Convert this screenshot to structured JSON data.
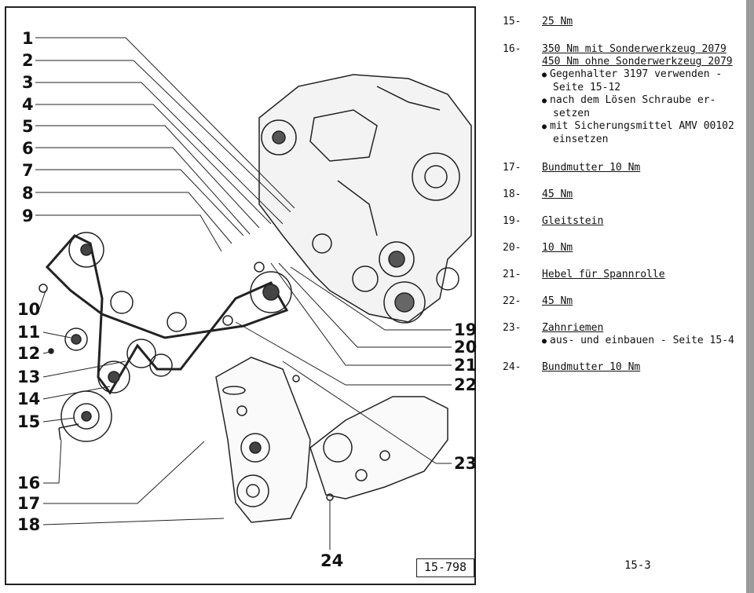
{
  "callouts": [
    {
      "n": "1"
    },
    {
      "n": "2"
    },
    {
      "n": "3"
    },
    {
      "n": "4"
    },
    {
      "n": "5"
    },
    {
      "n": "6"
    },
    {
      "n": "7"
    },
    {
      "n": "8"
    },
    {
      "n": "9"
    },
    {
      "n": "10"
    },
    {
      "n": "11"
    },
    {
      "n": "12"
    },
    {
      "n": "13"
    },
    {
      "n": "14"
    },
    {
      "n": "15"
    },
    {
      "n": "16"
    },
    {
      "n": "17"
    },
    {
      "n": "18"
    },
    {
      "n": "19"
    },
    {
      "n": "20"
    },
    {
      "n": "21"
    },
    {
      "n": "22"
    },
    {
      "n": "23"
    },
    {
      "n": "24"
    }
  ],
  "figure_code": "15-798",
  "page_number": "15-3",
  "legend": [
    {
      "num": "15-",
      "lines": [
        "25 Nm"
      ],
      "notes": []
    },
    {
      "num": "16-",
      "lines": [
        "350 Nm mit Sonderwerkzeug 2079",
        "450 Nm ohne Sonderwerkzeug 2079"
      ],
      "notes": [
        "Gegenhalter 3197 verwenden - Seite 15-12",
        "nach dem Lösen Schraube er- setzen",
        "mit Sicherungsmittel AMV 00102 einsetzen"
      ]
    },
    {
      "num": "17-",
      "lines": [
        "Bundmutter 10 Nm"
      ],
      "notes": []
    },
    {
      "num": "18-",
      "lines": [
        "45 Nm"
      ],
      "notes": []
    },
    {
      "num": "19-",
      "lines": [
        "Gleitstein"
      ],
      "notes": []
    },
    {
      "num": "20-",
      "lines": [
        "10 Nm"
      ],
      "notes": []
    },
    {
      "num": "21-",
      "lines": [
        "Hebel für Spannrolle"
      ],
      "notes": []
    },
    {
      "num": "22-",
      "lines": [
        "45 Nm"
      ],
      "notes": []
    },
    {
      "num": "23-",
      "lines": [
        "Zahnriemen"
      ],
      "notes": [
        "aus- und einbauen - Seite 15-4"
      ]
    },
    {
      "num": "24-",
      "lines": [
        "Bundmutter 10 Nm"
      ],
      "notes": []
    }
  ]
}
